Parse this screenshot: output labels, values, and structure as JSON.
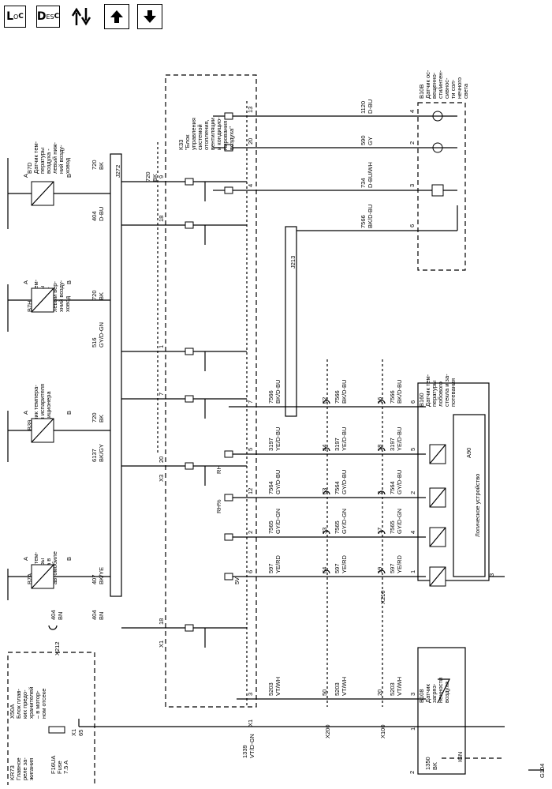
{
  "toolbar": {
    "loc_icon": "loc-icon",
    "desc_icon": "desc-icon",
    "swap_icon": "swap-icon",
    "up_icon": "arrow-up-icon",
    "down_icon": "arrow-down-icon",
    "loc_big": "L",
    "loc_small": "O",
    "loc_big2": "C",
    "desc_big": "D",
    "desc_small": "ES",
    "desc_big2": "C"
  },
  "diagram": {
    "x50a": [
      "X50A",
      "Блок плав-",
      "ких предо-",
      "хранителей",
      "– в мотор-",
      "ном отсеке"
    ],
    "kr73": [
      "KR73",
      "Главное",
      "реле за-",
      "жигания"
    ],
    "fuse": [
      "F16UA",
      "Fuse",
      "7.5 A"
    ],
    "x1_65": [
      "X1",
      "65"
    ],
    "k33": [
      "K33",
      "\"Блок",
      "управления",
      "системой",
      "отопления,",
      "вентиляции",
      "и кондицио-",
      "нирования",
      "воздуха\""
    ],
    "b10b": [
      "B10B",
      "Датчик ос-",
      "вещенно-",
      "сти/интен-",
      "сивнос-",
      "ти сол-",
      "нечного",
      "света"
    ],
    "b7d": [
      "B7D",
      "Датчик тем-",
      "пературы",
      "воздуха -",
      "левый ниж-",
      "ний возду-",
      "ховод"
    ],
    "b7h": [
      "B7H",
      "Датчик тем-",
      "пературы",
      "воздуха -",
      "левый вер-",
      "хний возду-",
      "ховод"
    ],
    "b39": [
      "B39",
      "Датчик темпера-",
      "туры испарителя",
      "кондиционера"
    ],
    "b7a": [
      "B7A",
      "Датчик тем-",
      "пературы",
      "воздуха в",
      "автомобиле"
    ],
    "b160": [
      "B160",
      "Датчик тем-",
      "пературы",
      "лобового",
      "стекла и за-",
      "потевания"
    ],
    "a90": "A90",
    "logic": "Логическое устройство",
    "b108": [
      "B108",
      "Датчик",
      "загряз-",
      "ненности",
      "воздуха"
    ],
    "ign": "IGN",
    "g104": "G104",
    "wire_1350": [
      "1350",
      "BK"
    ],
    "pin_labels": {
      "a": "A",
      "b": "B",
      "x212": "X212",
      "x3": "X3",
      "x1": "X1",
      "x200": "X200",
      "x100": "X100",
      "x210": "X210",
      "j272": "J272",
      "j213": "J213",
      "rh": "RH",
      "rh_pct": "RH%",
      "v5": "5V"
    },
    "wires_top": [
      {
        "num": "1120",
        "color": "D-BU",
        "k_pin": "13",
        "b_pin": "4"
      },
      {
        "num": "590",
        "color": "GY",
        "k_pin": "20",
        "b_pin": "2"
      },
      {
        "num": "734",
        "color": "D-BU/WH",
        "k_pin": "4",
        "b_pin": "3"
      },
      {
        "num": "7566",
        "color": "BK/D-BU",
        "k_pin": "",
        "b_pin": "6"
      }
    ],
    "wires_sensors": [
      {
        "num": "720",
        "color": "BK"
      },
      {
        "num": "404",
        "color": "D-BU"
      },
      {
        "num": "720",
        "color": "BK"
      },
      {
        "num": "516",
        "color": "GY/D-GN"
      },
      {
        "num": "720",
        "color": "BK"
      },
      {
        "num": "6137",
        "color": "BK/GY"
      },
      {
        "num": "407",
        "color": "BK/YE"
      },
      {
        "num": "404",
        "color": "BN"
      },
      {
        "num": "404",
        "color": "BN"
      },
      {
        "num": "720",
        "color": "BK"
      }
    ],
    "k_pins_left": [
      "9",
      "18",
      "1",
      "7",
      "20",
      "18"
    ],
    "bus_rows": [
      {
        "k_pin": "7",
        "num": "7566",
        "color": "BK/D-BU",
        "p62": "62",
        "p16": "16",
        "b_pin": "6"
      },
      {
        "k_pin": "5",
        "num": "3197",
        "color": "YE/D-BU",
        "p62": "44",
        "p16": "18",
        "b_pin": "5"
      },
      {
        "k_pin": "12",
        "num": "7564",
        "color": "GY/D-BU",
        "p62": "63",
        "p16": "2",
        "b_pin": "2"
      },
      {
        "k_pin": "2",
        "num": "7565",
        "color": "GY/D-GN",
        "p62": "33",
        "p16": "17",
        "b_pin": "4"
      },
      {
        "k_pin": "6",
        "num": "597",
        "color": "YE/RD",
        "p62": "64",
        "p16": "19",
        "b_pin": "1"
      }
    ],
    "b108_row": {
      "k_pin": "3",
      "num": "5203",
      "color": "VT/WH",
      "p50": "50",
      "p20": "20",
      "b_pin": "3"
    },
    "ign_row": {
      "num": "1339",
      "color": "VT/D-GN",
      "pin": "1"
    },
    "a90_pin": "3",
    "b108_pin2": "2"
  }
}
